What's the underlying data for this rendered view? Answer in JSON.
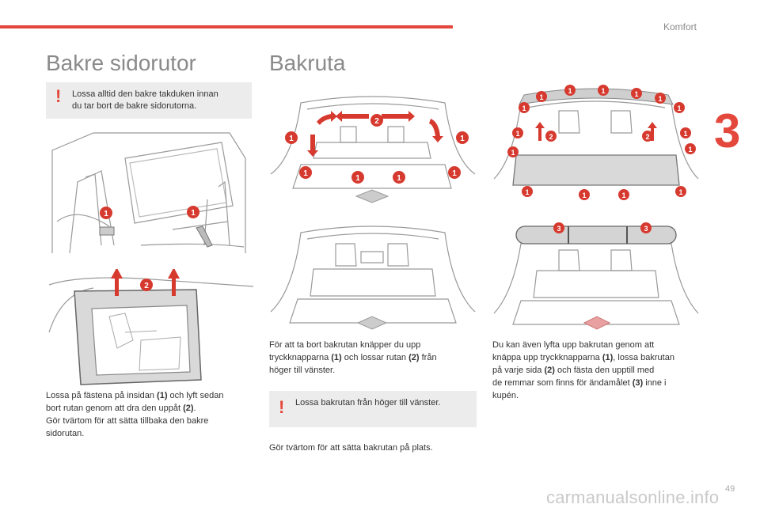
{
  "header": {
    "section": "Komfort",
    "chapter": "3",
    "page_number": "49"
  },
  "watermark": "carmanualsonline.info",
  "left": {
    "title": "Bakre sidorutor",
    "warning": [
      "Lossa alltid den bakre takduken innan",
      "du tar bort de bakre sidorutorna."
    ],
    "body_lines": [
      [
        "Lossa på fästena på insidan ",
        "(1)",
        " och lyft sedan"
      ],
      [
        "bort rutan genom att dra den uppåt ",
        "(2)",
        "."
      ],
      [
        "Gör tvärtom för att sätta tillbaka den bakre",
        "",
        ""
      ],
      [
        "sidorutan.",
        "",
        ""
      ]
    ]
  },
  "middle": {
    "title": "Bakruta",
    "body_lines": [
      [
        "För att ta bort bakrutan knäpper du upp",
        "",
        ""
      ],
      [
        "tryckknapparna ",
        "(1)",
        " och lossar rutan "
      ],
      [
        "höger till vänster.",
        "",
        ""
      ]
    ],
    "body_line2_tail": [
      "(2)",
      " från"
    ],
    "warning": "Lossa bakrutan från höger till vänster.",
    "footer_text": "Gör tvärtom för att sätta bakrutan på plats."
  },
  "right": {
    "body_lines": [
      [
        "Du kan även lyfta upp bakrutan genom att",
        "",
        ""
      ],
      [
        "knäppa upp tryckknapparna ",
        "(1)",
        ", lossa bakrutan"
      ],
      [
        "på varje sida ",
        "(2)",
        " och fästa den upptill med"
      ],
      [
        "de remmar som finns för ändamålet ",
        "(3)",
        " inne i"
      ],
      [
        "kupén.",
        "",
        ""
      ]
    ]
  },
  "callouts": {
    "one": "1",
    "two": "2",
    "three": "3"
  },
  "colors": {
    "accent": "#e4473b",
    "badge": "#d63a2f",
    "panel": "#ececec"
  }
}
